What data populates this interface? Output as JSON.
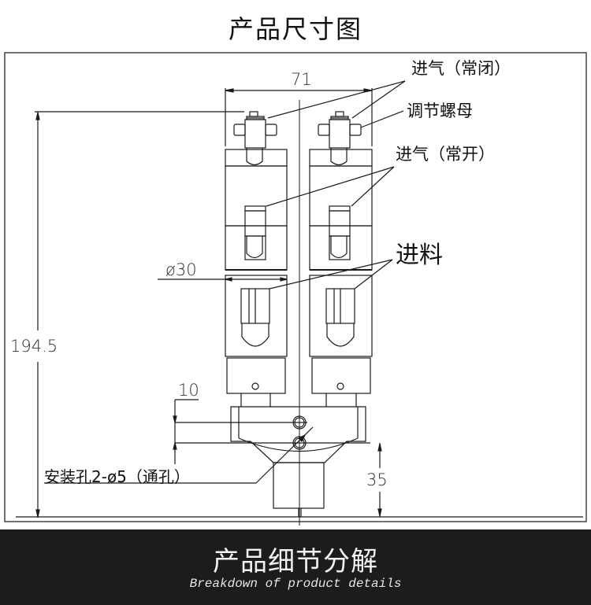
{
  "header": {
    "title": "产品尺寸图"
  },
  "drawing": {
    "labels": {
      "inlet_normally_closed": "进气（常闭）",
      "adjusting_nut": "调节螺母",
      "inlet_normally_open": "进气（常开）",
      "feed": "进料",
      "mounting_holes": "安装孔2-ø5（通孔）"
    },
    "dimensions": {
      "width": "71",
      "height": "194.5",
      "diameter": "ø30",
      "hole_spacing": "10",
      "lower_height": "35"
    },
    "colors": {
      "line": "#1a1a1a",
      "frame": "#444444"
    }
  },
  "footer": {
    "title": "产品细节分解",
    "subtitle": "Breakdown of product details",
    "background": "#1c1c1c"
  }
}
